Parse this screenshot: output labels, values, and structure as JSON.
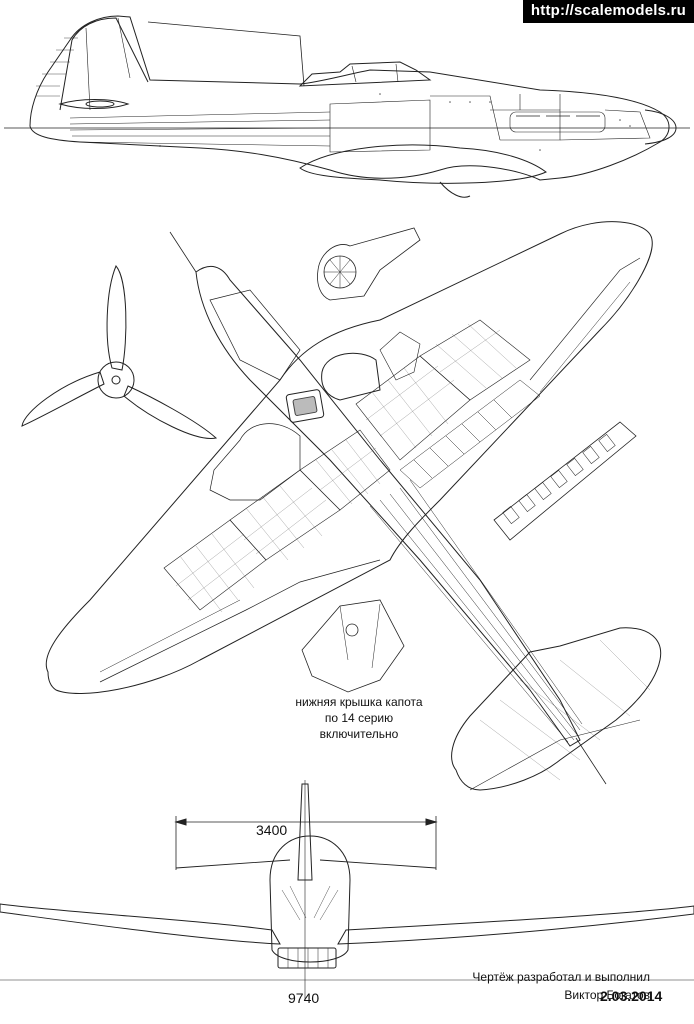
{
  "watermark": {
    "text": "http://scalemodels.ru"
  },
  "notes": {
    "cowling_lines": [
      "нижняя крышка капота",
      "по 14 серию",
      "включительно"
    ]
  },
  "dimensions": {
    "stab_span": "3400",
    "wing_span": "9740"
  },
  "credits": {
    "line1": "Чертёж разработал и выполнил",
    "line2": "Виктор Богатов",
    "date": "2.03.2014"
  }
}
